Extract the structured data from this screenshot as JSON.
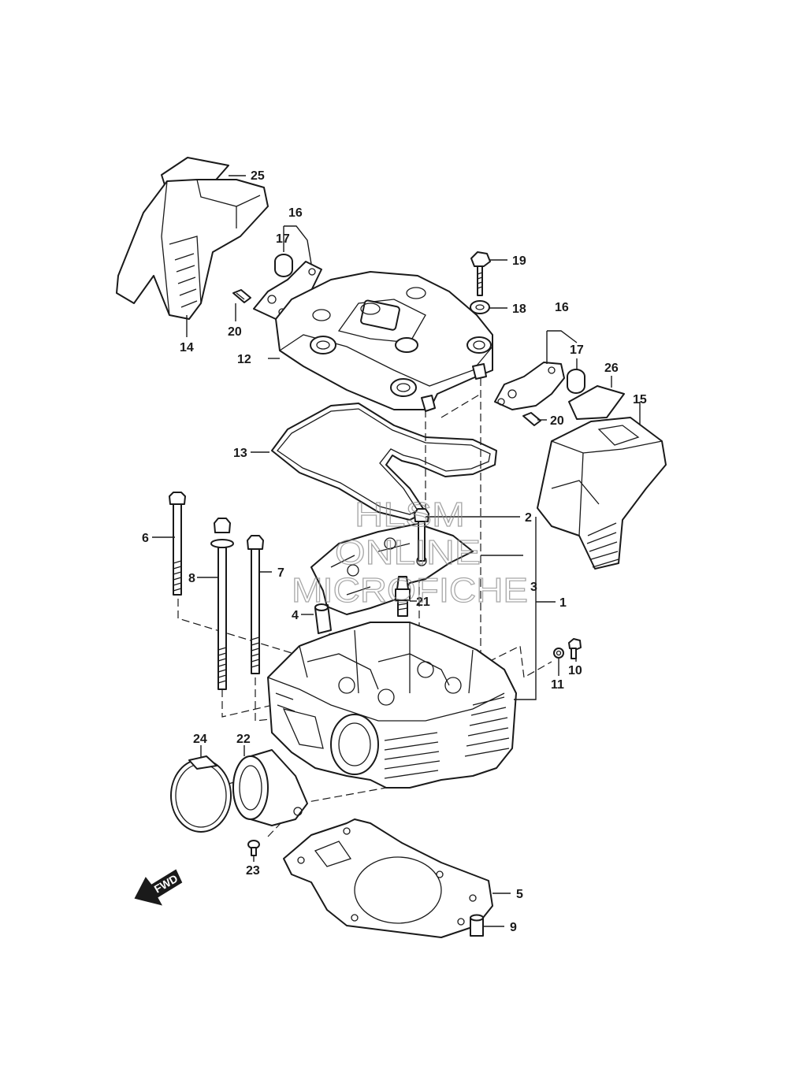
{
  "diagram": {
    "callouts": {
      "c1": "1",
      "c2": "2",
      "c3": "3",
      "c4": "4",
      "c5": "5",
      "c6": "6",
      "c7": "7",
      "c8": "8",
      "c9": "9",
      "c10": "10",
      "c11": "11",
      "c12": "12",
      "c13": "13",
      "c14": "14",
      "c15": "15",
      "c16a": "16",
      "c16b": "16",
      "c17a": "17",
      "c17b": "17",
      "c18": "18",
      "c19": "19",
      "c20a": "20",
      "c20b": "20",
      "c21": "21",
      "c22": "22",
      "c23": "23",
      "c24": "24",
      "c25": "25",
      "c26": "26"
    },
    "fwd_label": "FWD",
    "watermark": {
      "line1": "HLSM",
      "line2": "ONLINE",
      "line3": "MICROFICHE"
    },
    "colors": {
      "ink": "#1a1a1a",
      "background": "#ffffff",
      "watermark": "#8a8a8a"
    }
  }
}
